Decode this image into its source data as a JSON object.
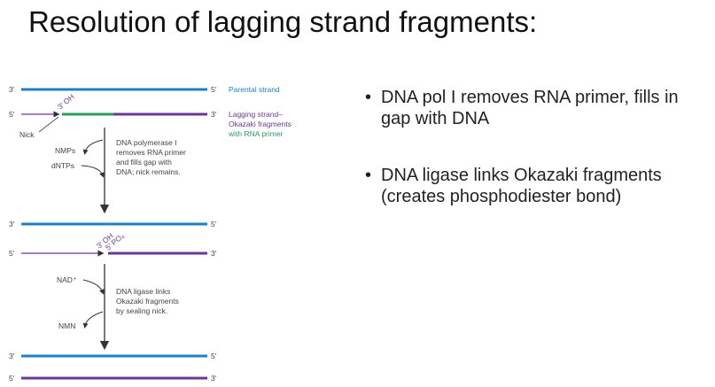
{
  "title": "Resolution of lagging strand fragments:",
  "colors": {
    "parental": "#1f7fc4",
    "lagging": "#6b3795",
    "rna_primer": "#2e9a5e",
    "arrow": "#333333",
    "label": "#444444"
  },
  "diagram": {
    "stage1": {
      "top_left": "3′",
      "top_right": "5′",
      "parental_label": "Parental strand",
      "bottom_left": "5′",
      "bottom_right": "3′",
      "oh_label": "3′ OH",
      "nick_label": "Nick",
      "lagging_label_line1": "Lagging strand–",
      "lagging_label_line2": "Okazaki fragments",
      "lagging_label_line3": "with RNA primer"
    },
    "step1": {
      "input_label": "NMPs",
      "output_label": "dNTPs",
      "desc_line1": "DNA polymerase I",
      "desc_line2": "removes RNA primer",
      "desc_line3": "and fills gap with",
      "desc_line4": "DNA; nick remains."
    },
    "stage2": {
      "top_left": "3′",
      "top_right": "5′",
      "bottom_left": "5′",
      "bottom_right": "3′",
      "oh_label": "3′ OH",
      "po4_label": "5′ PO₄"
    },
    "step2": {
      "input_label": "NAD⁺",
      "output_label": "NMN",
      "desc_line1": "DNA ligase links",
      "desc_line2": "Okazaki fragments",
      "desc_line3": "by sealing nick."
    },
    "stage3": {
      "top_left": "3′",
      "top_right": "5′",
      "bottom_left": "5′",
      "bottom_right": "3′"
    }
  },
  "bullets": [
    {
      "dot": "•",
      "text": "DNA pol I removes RNA primer, fills in gap with DNA"
    },
    {
      "dot": "•",
      "text": "DNA ligase links Okazaki fragments (creates phosphodiester bond)"
    }
  ]
}
